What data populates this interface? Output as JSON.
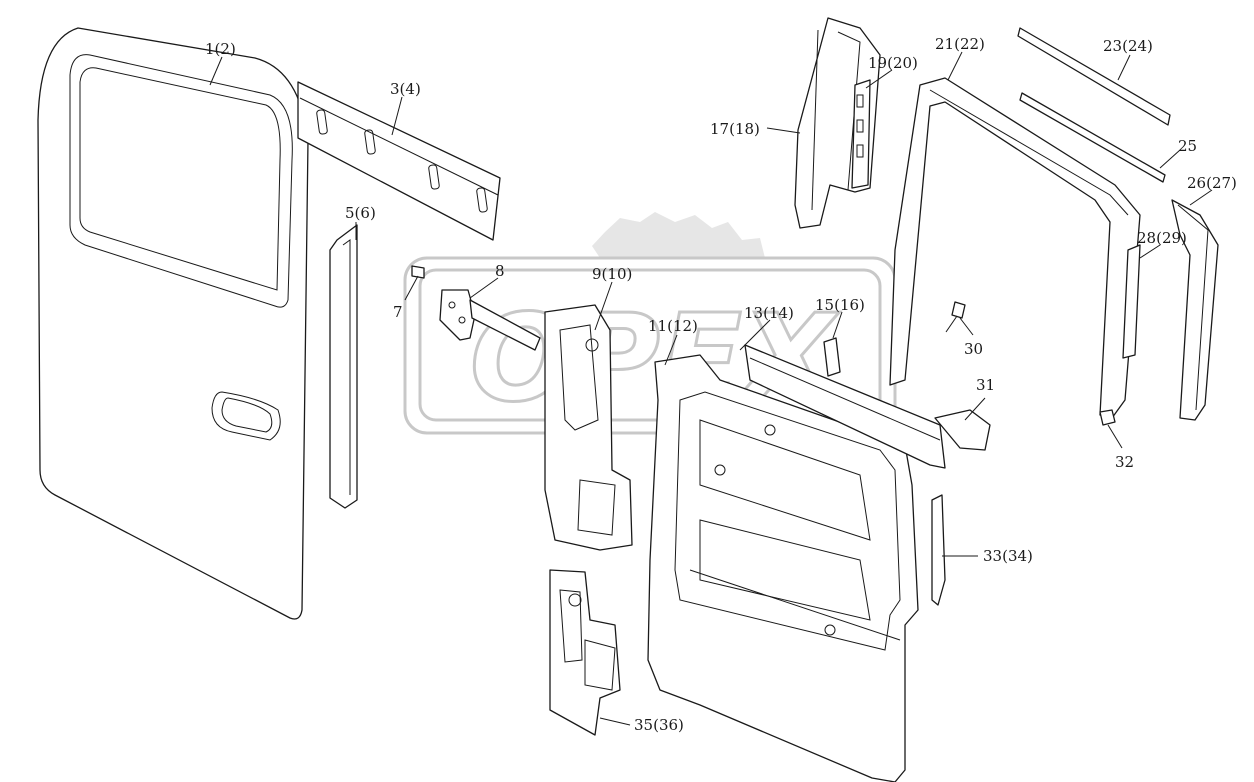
{
  "diagram": {
    "watermark": "OPEX",
    "colors": {
      "line": "#1a1a1a",
      "watermark": "#c8c8c8",
      "background": "#ffffff"
    },
    "callouts": {
      "c1": "1(2)",
      "c3": "3(4)",
      "c5": "5(6)",
      "c7": "7",
      "c8": "8",
      "c9": "9(10)",
      "c11": "11(12)",
      "c13": "13(14)",
      "c15": "15(16)",
      "c17": "17(18)",
      "c19": "19(20)",
      "c21": "21(22)",
      "c23": "23(24)",
      "c25": "25",
      "c26": "26(27)",
      "c28": "28(29)",
      "c30": "30",
      "c31": "31",
      "c32": "32",
      "c33": "33(34)",
      "c35": "35(36)"
    }
  }
}
